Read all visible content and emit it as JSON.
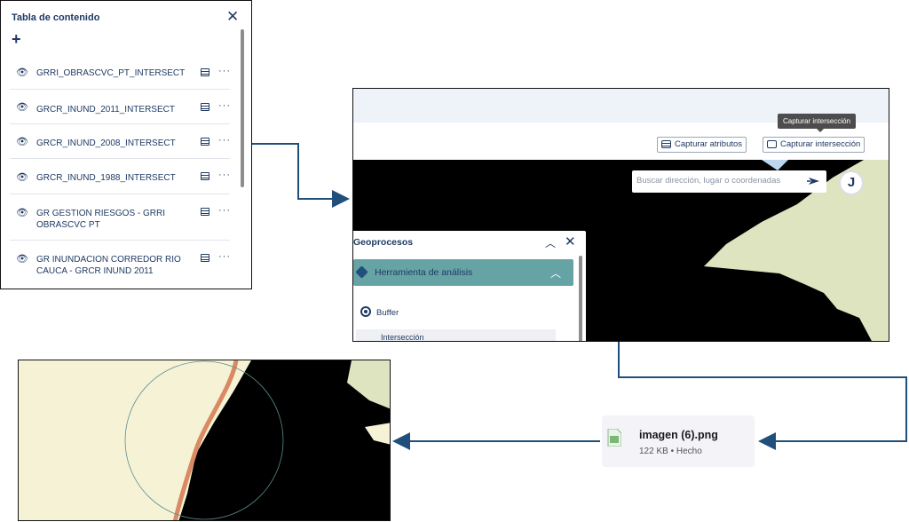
{
  "toc": {
    "title": "Tabla de contenido",
    "add_label": "+",
    "close_label": "✕",
    "more_label": "···",
    "items": [
      {
        "line1": "GRRI_OBRASCVC_PT_INTERSECT",
        "line2": ""
      },
      {
        "line1": "GRCR_INUND_2011_INTERSECT",
        "line2": ""
      },
      {
        "line1": "GRCR_INUND_2008_INTERSECT",
        "line2": ""
      },
      {
        "line1": "GRCR_INUND_1988_INTERSECT",
        "line2": ""
      },
      {
        "line1": "GR GESTION RIESGOS - GRRI",
        "line2": "OBRASCVC PT"
      },
      {
        "line1": "GR INUNDACION CORREDOR RIO",
        "line2": "CAUCA - GRCR INUND 2011"
      }
    ]
  },
  "app": {
    "tooltip": "Capturar intersección",
    "capture_attributes": "Capturar atributos",
    "capture_intersection": "Capturar intersección",
    "search_placeholder": "Buscar dirección, lugar o coordenadas",
    "avatar_letter": "J",
    "geoprocess": {
      "title": "Geoprocesos",
      "tool_label": "Herramienta de análisis",
      "options": [
        "Buffer",
        "Intersección"
      ]
    }
  },
  "download": {
    "filename": "imagen (6).png",
    "meta": "122 KB • Hecho"
  },
  "colors": {
    "land": "#f6f2d6",
    "land_alt": "#dfe4c0",
    "water": "#000000",
    "accent": "#1f4f7a",
    "teal": "#66a3a5",
    "road": "#d98a63",
    "buffer_circle": "#5c8d8f"
  }
}
